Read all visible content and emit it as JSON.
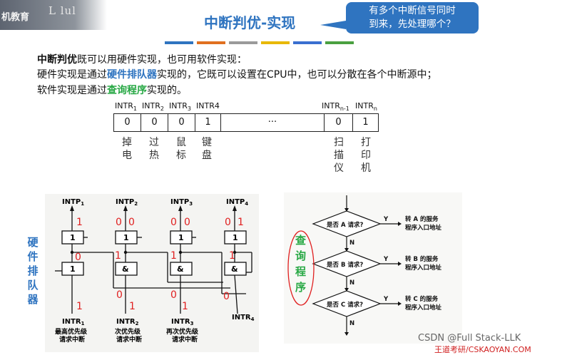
{
  "watermark": {
    "text": "机教育",
    "logo": "L lul"
  },
  "title": "中断判优-实现",
  "callout": {
    "line1": "有多个中断信号同时",
    "line2": "到来，先处理哪个？"
  },
  "colors": {
    "title_blue": "#2f74c0",
    "green": "#27a844",
    "red": "#e02020",
    "bars": [
      "#2f74c0",
      "#e07020",
      "#9a9a9a",
      "#e8b800",
      "#3a6fd0",
      "#4aa040"
    ]
  },
  "body": {
    "line1": {
      "bold": "中断判优",
      "rest": "既可以用硬件实现，也可用软件实现："
    },
    "line2": {
      "pre": "硬件实现是通过",
      "hl": "硬件排队器",
      "post": "实现的，它既可以设置在CPU中，也可以分散在各个中断源中；"
    },
    "line3": {
      "pre": "软件实现是通过",
      "hl": "查询程序",
      "post": "实现的。"
    }
  },
  "register": {
    "labels": [
      {
        "base": "INTR",
        "sub": "1"
      },
      {
        "base": "INTR",
        "sub": "2"
      },
      {
        "base": "INTR",
        "sub": "3"
      },
      {
        "base": "INTR4",
        "sub": ""
      },
      {
        "base": "INTR",
        "sub": "n-1"
      },
      {
        "base": "INTR",
        "sub": "n"
      }
    ],
    "cells": [
      "0",
      "0",
      "0",
      "1",
      "···",
      "0",
      "1"
    ],
    "devices": [
      {
        "chars": [
          "掉",
          "电"
        ]
      },
      {
        "chars": [
          "过",
          "热"
        ]
      },
      {
        "chars": [
          "鼠",
          "标"
        ]
      },
      {
        "chars": [
          "键",
          "盘"
        ]
      },
      {
        "chars": [
          "扫",
          "描",
          "仪"
        ]
      },
      {
        "chars": [
          "打",
          "印",
          "机"
        ]
      }
    ]
  },
  "hardware": {
    "title_chars": [
      "硬",
      "件",
      "排",
      "队",
      "器"
    ],
    "intp": [
      {
        "base": "INTP",
        "sub": "1"
      },
      {
        "base": "INTP",
        "sub": "2"
      },
      {
        "base": "INTP",
        "sub": "3"
      },
      {
        "base": "INTP",
        "sub": "4"
      }
    ],
    "intr": [
      {
        "base": "INTR",
        "sub": "1"
      },
      {
        "base": "INTR",
        "sub": "2"
      },
      {
        "base": "INTR",
        "sub": "3"
      },
      {
        "base": "INTR",
        "sub": "4"
      }
    ],
    "gate_labels": {
      "one": "1",
      "and": "&"
    },
    "captions": [
      {
        "l1": "最高优先级",
        "l2": "请求中断"
      },
      {
        "l1": "次优先级",
        "l2": "请求中断"
      },
      {
        "l1": "再次优先级",
        "l2": "请求中断"
      }
    ],
    "red_marks": {
      "col1": [
        "1",
        "0",
        "1"
      ],
      "col2": [
        "0",
        "1",
        "0"
      ],
      "col3": [
        "0",
        "1",
        "0"
      ],
      "col4": [
        "1",
        "0",
        "0"
      ],
      "output_pair": [
        "1",
        "1"
      ]
    }
  },
  "flow": {
    "annotation_chars": [
      "查",
      "询",
      "程",
      "序"
    ],
    "decisions": [
      "是否 A 请求?",
      "是否 B 请求?",
      "是否 C 请求?"
    ],
    "yes": "Y",
    "no": "N",
    "services": [
      {
        "l1": "转 A 的服务",
        "l2": "程序入口地址"
      },
      {
        "l1": "转 B 的服务",
        "l2": "程序入口地址"
      },
      {
        "l1": "转 C 的服务",
        "l2": "程序入口地址"
      }
    ]
  },
  "footer": {
    "csdn": "CSDN @Full Stack-LLK",
    "wangdao": "王道考研/CSKAOYAN.COM"
  }
}
